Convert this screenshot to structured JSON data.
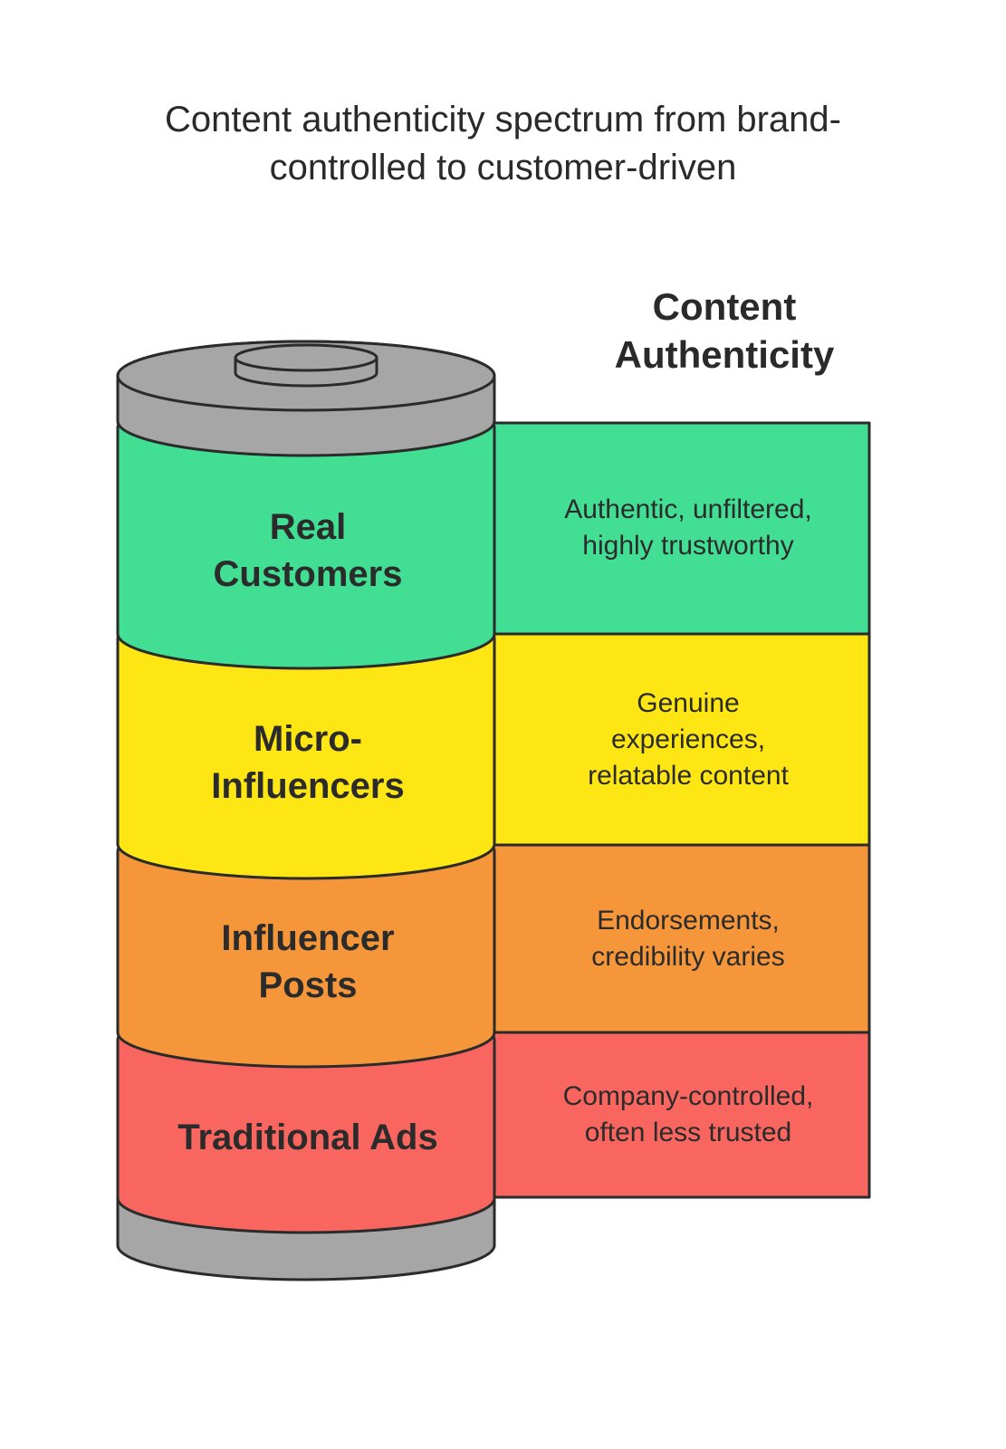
{
  "title": {
    "line1": "Content authenticity spectrum from brand-",
    "line2": "controlled to customer-driven"
  },
  "header": {
    "line1": "Content",
    "line2": "Authenticity"
  },
  "colors": {
    "real_customers": "#42de94",
    "micro_influencers": "#fde614",
    "influencer_posts": "#f5963a",
    "traditional_ads": "#f8665f",
    "battery_gray": "#a6a6a6",
    "outline": "#2b2b2b"
  },
  "segments": [
    {
      "label_line1": "Real",
      "label_line2": "Customers",
      "desc_line1": "Authentic, unfiltered,",
      "desc_line2": "highly trustworthy",
      "desc_line3": ""
    },
    {
      "label_line1": "Micro-",
      "label_line2": "Influencers",
      "desc_line1": "Genuine",
      "desc_line2": "experiences,",
      "desc_line3": "relatable content"
    },
    {
      "label_line1": "Influencer",
      "label_line2": "Posts",
      "desc_line1": "Endorsements,",
      "desc_line2": "credibility varies",
      "desc_line3": ""
    },
    {
      "label_line1": "Traditional Ads",
      "label_line2": "",
      "desc_line1": "Company-controlled,",
      "desc_line2": "often less trusted",
      "desc_line3": ""
    }
  ]
}
